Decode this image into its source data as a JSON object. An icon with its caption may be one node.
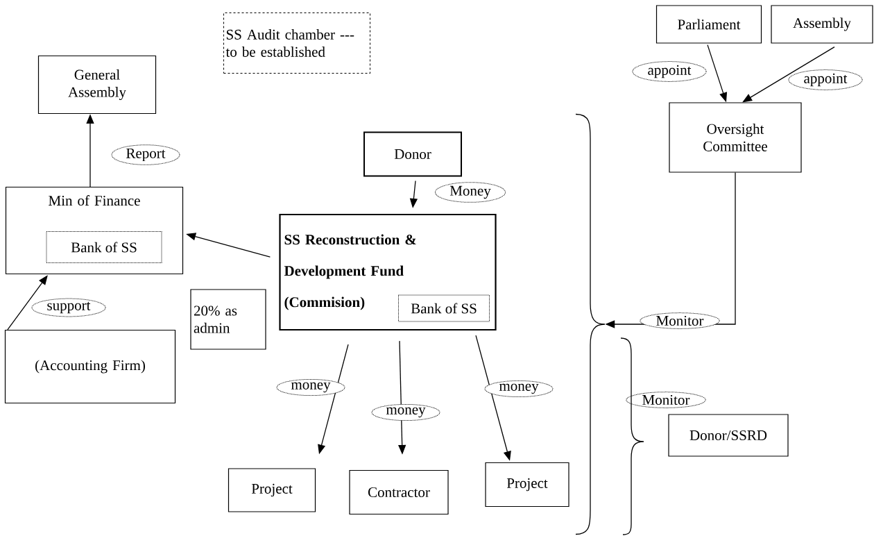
{
  "diagram": {
    "nodes": [
      {
        "text": [
          "General Assembly"
        ]
      },
      {
        "text": [
          "SS Audit chamber --- to be established"
        ]
      },
      {
        "text": [
          "Parliament"
        ]
      },
      {
        "text": [
          "Assembly"
        ]
      },
      {
        "text": [
          "Oversight Committee"
        ]
      },
      {
        "text": [
          "Min of Finance"
        ]
      },
      {
        "text": [
          "Bank of SS"
        ],
        "in": 5
      },
      {
        "text": [
          "Donor"
        ]
      },
      {
        "text": [
          "SS Reconstruction & Development Fund (Commision)"
        ]
      },
      {
        "text": [
          "Bank of SS"
        ],
        "in": 8
      },
      {
        "text": [
          "20% as admin"
        ]
      },
      {
        "text": [
          "(Accounting Firm)"
        ]
      },
      {
        "text": [
          "Project"
        ]
      },
      {
        "text": [
          "Contractor"
        ]
      },
      {
        "text": [
          "Project"
        ]
      },
      {
        "text": [
          "Donor/SSRD"
        ]
      },
      {
        "text": [],
        "shape": "brace"
      }
    ],
    "edges": [
      {
        "from": 5,
        "to": 0,
        "arrow": "to",
        "label": "Report"
      },
      {
        "from": 7,
        "to": 8,
        "arrow": "to",
        "label": "Money"
      },
      {
        "from": 8,
        "to": 5,
        "arrow": "to"
      },
      {
        "from": 11,
        "to": 5,
        "arrow": "to",
        "label": "support"
      },
      {
        "from": 8,
        "to": 12,
        "arrow": "to",
        "label": "money"
      },
      {
        "from": 8,
        "to": 13,
        "arrow": "to",
        "label": "money"
      },
      {
        "from": 8,
        "to": 14,
        "arrow": "to",
        "label": "money"
      },
      {
        "from": 2,
        "to": 4,
        "arrow": "to",
        "label": "appoint"
      },
      {
        "from": 3,
        "to": 4,
        "arrow": "to",
        "label": "appoint"
      },
      {
        "from": 4,
        "to": 16,
        "arrow": "to",
        "label": "Monitor"
      }
    ],
    "labels": [
      "Monitor"
    ]
  }
}
